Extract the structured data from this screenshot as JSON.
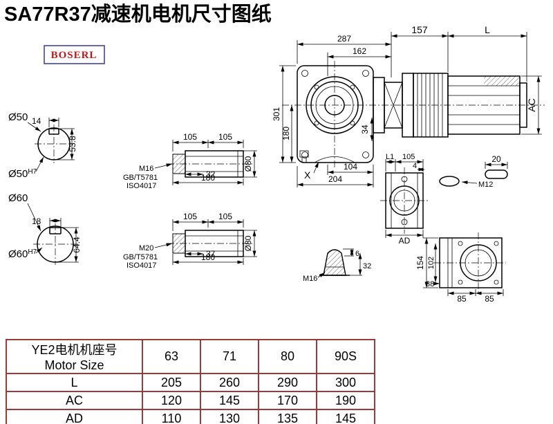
{
  "title": "SA77R37减速机电机尺寸图纸",
  "logo": "BOSERL",
  "colors": {
    "table_border": "#9b3a3a",
    "logo_text": "#c11616",
    "logo_border": "#39398c",
    "line": "#000000"
  },
  "main_view": {
    "d287": "287",
    "d162": "162",
    "d157": "157",
    "dL": "L",
    "d301": "301",
    "d180": "180",
    "d34": "34",
    "dAC": "AC",
    "dX": "X",
    "d104": "104",
    "d204": "204"
  },
  "shaft50": {
    "label": "Ø50",
    "d14": "14",
    "d538": "53.8",
    "h7_base": "Ø50",
    "h7_sup": "H7"
  },
  "shaft60": {
    "label": "Ø60",
    "d18": "18",
    "d644": "64.4",
    "h7_base": "Ø60",
    "h7_sup": "H7"
  },
  "sleeve_top": {
    "d105a": "105",
    "d105b": "105",
    "thread": "M16",
    "std1": "GB/T5781",
    "std2": "ISO4017",
    "depth": "32",
    "d180": "180",
    "dia": "Ø80"
  },
  "sleeve_bottom": {
    "d105a": "105",
    "d105b": "105",
    "thread": "M20",
    "std1": "GB/T5781",
    "std2": "ISO4017",
    "depth": "37",
    "d180": "180",
    "dia": "Ø80"
  },
  "flange_view": {
    "dL1": "L1",
    "d105": "105",
    "d4": "4",
    "dAD": "AD"
  },
  "key_detail": {
    "d20": "20",
    "thread": "M12"
  },
  "plug_detail": {
    "d6": "6",
    "d32": "32",
    "thread": "M16"
  },
  "side_view": {
    "d154": "154",
    "d102": "102",
    "d38": "38",
    "d85a": "85",
    "d85b": "85"
  },
  "table": {
    "header_cn": "YE2电机机座号",
    "header_en": "Motor Size",
    "sizes": [
      "63",
      "71",
      "80",
      "90S"
    ],
    "rows": [
      {
        "label": "L",
        "values": [
          "205",
          "260",
          "290",
          "300"
        ]
      },
      {
        "label": "AC",
        "values": [
          "120",
          "145",
          "170",
          "190"
        ]
      },
      {
        "label": "AD",
        "values": [
          "110",
          "130",
          "135",
          "145"
        ]
      }
    ]
  }
}
